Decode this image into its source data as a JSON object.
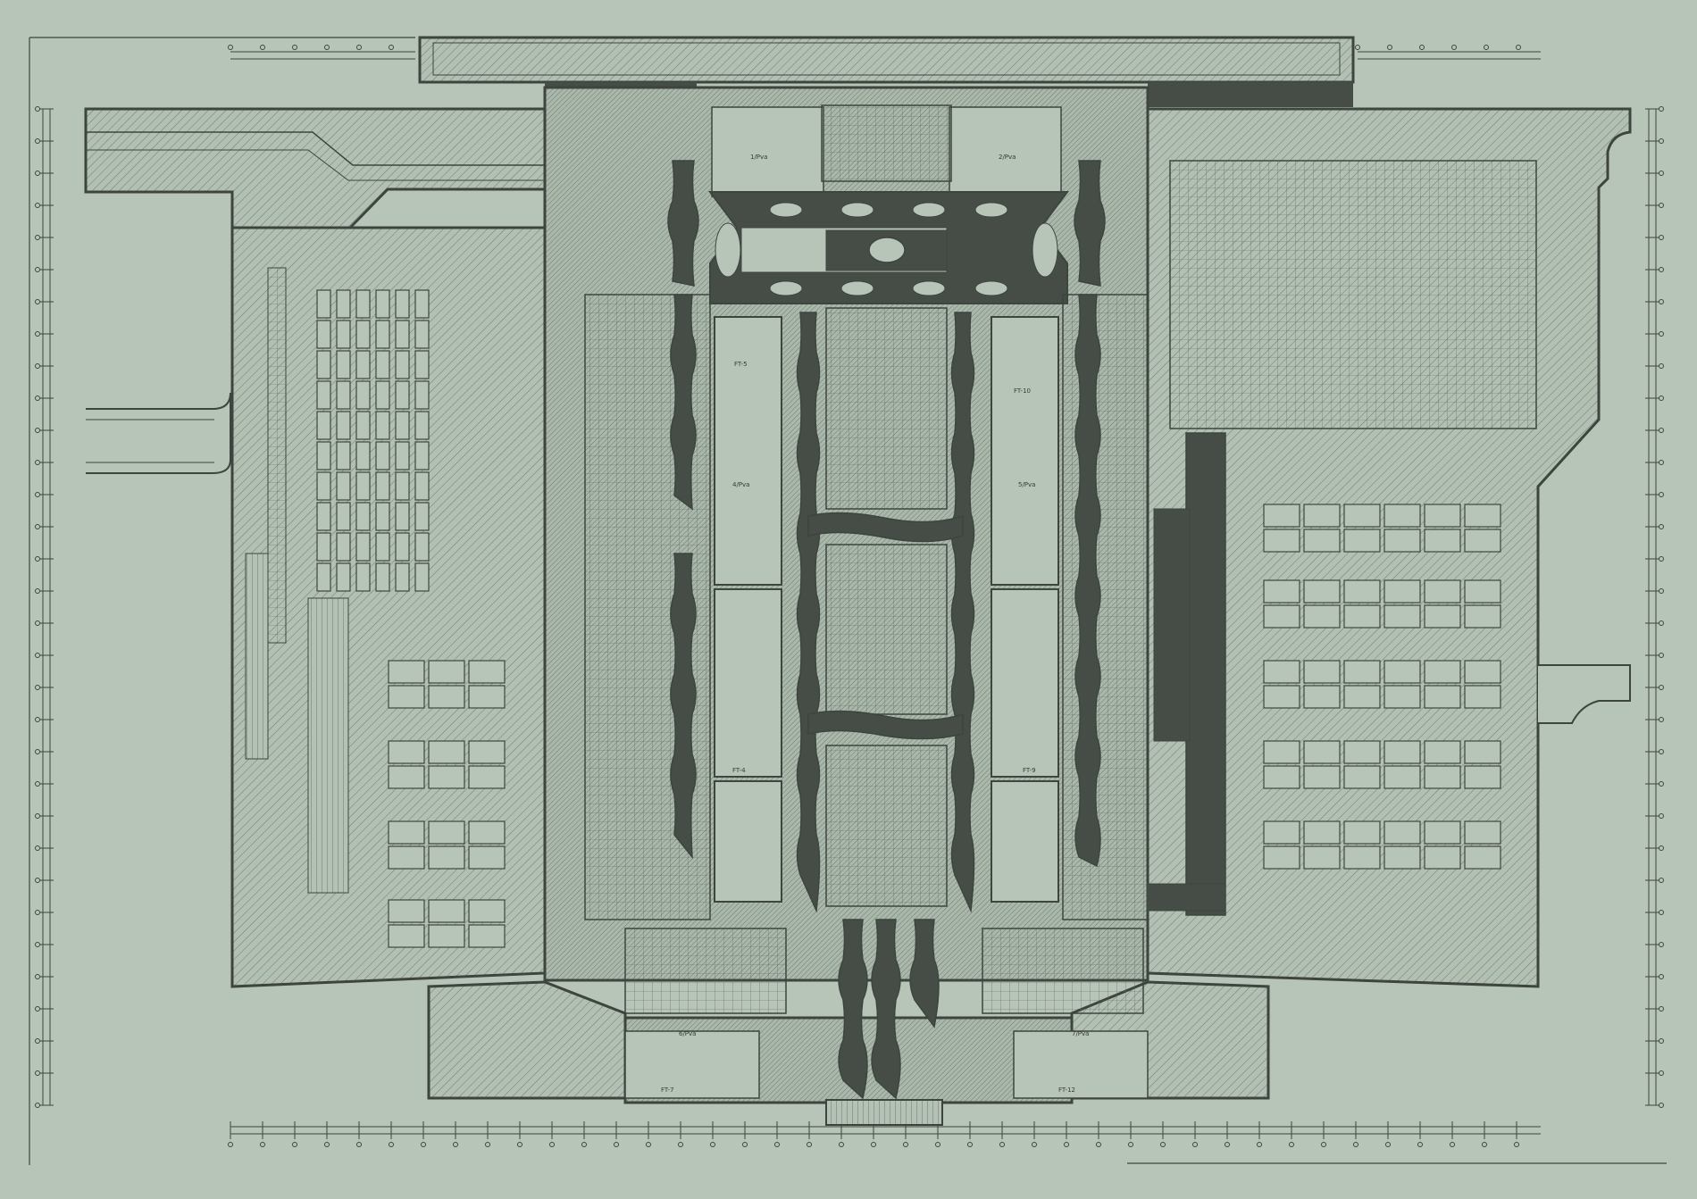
{
  "drawing": {
    "colors": {
      "background": "#b7c4b8",
      "ink": "#3d453e",
      "fill_dark": "#454d46",
      "hatch": "#6f7a70",
      "line_thin": "#5a635b"
    },
    "labels": {
      "platform_nw": "1/Pva",
      "platform_ne": "2/Pva",
      "platform_mid_w": "4/Pva",
      "platform_mid_e": "5/Pva",
      "platform_sw": "6/Pva",
      "platform_se": "7/Pva",
      "ft_w_upper": "FT-5",
      "ft_e_upper": "FT-10",
      "ft_w_mid": "FT-4",
      "ft_e_mid": "FT-9",
      "ft_sw": "FT-7",
      "ft_se": "FT-12"
    }
  }
}
